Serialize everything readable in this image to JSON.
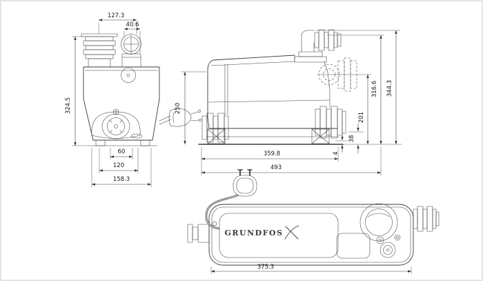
{
  "drawing": {
    "background": "#ffffff",
    "line_color": "#3a3a3a",
    "border_color": "#c8c8c8",
    "logo_text": "GRUNDFOS",
    "views": {
      "front": {
        "dims": {
          "top_width": "127.3",
          "outlet_offset": "40.6",
          "height": "324.5",
          "foot_inner_width": "60",
          "foot_outer_width": "120",
          "base_width": "158.3"
        }
      },
      "side": {
        "dims": {
          "inlet_height": "250",
          "tank_length": "359.8",
          "overall_length": "493",
          "base_clearance": "4",
          "low_inlet_height": "38",
          "side_inlet_height": "201",
          "discharge_height": "316.6",
          "overall_height": "344.3"
        }
      },
      "top": {
        "dims": {
          "body_length": "375.3"
        }
      }
    }
  }
}
